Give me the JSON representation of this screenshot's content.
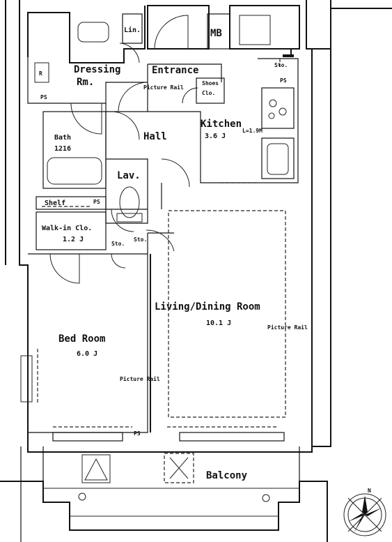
{
  "rooms": {
    "dressing": "Dressing",
    "dressing_rm": "Rm.",
    "entrance": "Entrance",
    "mb": "MB",
    "lin": "Lin.",
    "hall": "Hall",
    "kitchen": "Kitchen",
    "kitchen_size": "3.6 J",
    "bath": "Bath",
    "bath_size": "1216",
    "lav": "Lav.",
    "shelf": "Shelf",
    "walkin": "Walk-in Clo.",
    "walkin_size": "1.2 J",
    "living": "Living/Dining Room",
    "living_size": "10.1 J",
    "bedroom": "Bed Room",
    "bedroom_size": "6.0 J",
    "balcony": "Balcony"
  },
  "annotations": {
    "shoes": "Shoes",
    "shoes_clo": "Clo.",
    "sto_1": "Sto.",
    "sto_2": "Sto.",
    "sto_3": "Sto.",
    "ps_1": "PS",
    "ps_2": "PS",
    "ps_3": "PS",
    "ps_4": "PS",
    "picture_rail_1": "Picture Rail",
    "picture_rail_2": "Picture Rail",
    "picture_rail_3": "Picture Rail",
    "kitchen_note": "L=1.9M",
    "r_mark": "R",
    "compass_n": "N"
  }
}
